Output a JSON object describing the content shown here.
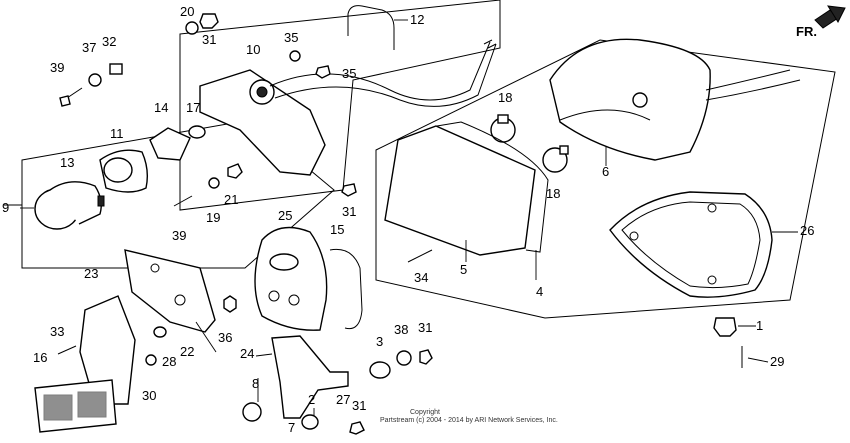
{
  "diagram": {
    "direction_label": "FR.",
    "copyright_line1": "Copyright",
    "copyright_line2": "Partstream (c) 2004 - 2014 by ARI Network Services, Inc.",
    "callouts": {
      "p1": "1",
      "p2": "2",
      "p3": "3",
      "p4": "4",
      "p5": "5",
      "p6": "6",
      "p7": "7",
      "p8": "8",
      "p9": "9",
      "p10": "10",
      "p11": "11",
      "p12": "12",
      "p13": "13",
      "p14": "14",
      "p15": "15",
      "p16": "16",
      "p17": "17",
      "p18a": "18",
      "p18b": "18",
      "p19": "19",
      "p20": "20",
      "p21": "21",
      "p22": "22",
      "p23": "23",
      "p24": "24",
      "p25": "25",
      "p26": "26",
      "p27": "27",
      "p28": "28",
      "p29": "29",
      "p30": "30",
      "p31a": "31",
      "p31b": "31",
      "p31c": "31",
      "p31d": "31",
      "p32": "32",
      "p33": "33",
      "p34": "34",
      "p35a": "35",
      "p35b": "35",
      "p36": "36",
      "p37": "37",
      "p38": "38",
      "p39a": "39",
      "p39b": "39"
    }
  }
}
